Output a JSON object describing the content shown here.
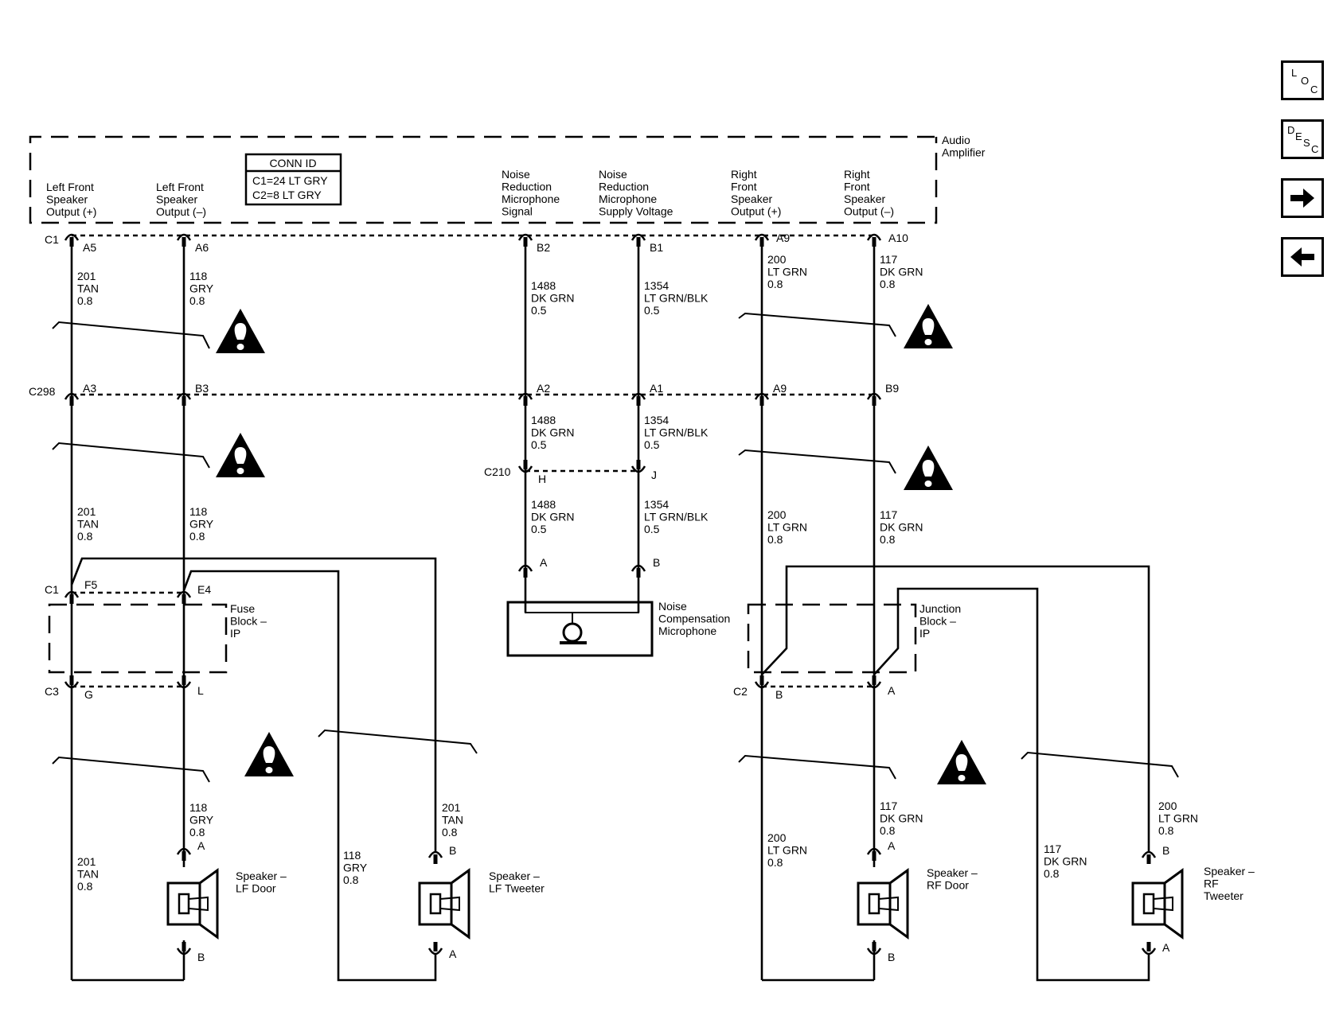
{
  "amplifier": {
    "name": "Audio\nAmplifier",
    "conn_id": {
      "title": "CONN ID",
      "lines": [
        "C1=24 LT GRY",
        "C2=8 LT GRY"
      ]
    },
    "terminals": [
      {
        "label": "Left Front\nSpeaker\nOutput (+)",
        "pin": "A5"
      },
      {
        "label": "Left Front\nSpeaker\nOutput (–)",
        "pin": "A6"
      },
      {
        "label": "Noise\nReduction\nMicrophone\nSignal",
        "pin": "B2"
      },
      {
        "label": "Noise\nReduction\nMicrophone\nSupply Voltage",
        "pin": "B1"
      },
      {
        "label": "Right\nFront\nSpeaker\nOutput (+)",
        "pin": "A9"
      },
      {
        "label": "Right\nFront\nSpeaker\nOutput (–)",
        "pin": "A10"
      }
    ]
  },
  "connectors": {
    "c1_top": "C1",
    "c298": "C298",
    "c210": "C210",
    "c1_fuse": "C1",
    "c3": "C3",
    "c2": "C2",
    "c298_pins": [
      "A3",
      "B3",
      "A2",
      "A1",
      "A9",
      "B9"
    ],
    "c210_pins": [
      "H",
      "J"
    ],
    "mic_pins": [
      "A",
      "B"
    ],
    "fuse_top_pins": [
      "F5",
      "E4"
    ],
    "fuse_bottom_pins": [
      "G",
      "L"
    ],
    "jb_bottom_pins": [
      "B",
      "A"
    ]
  },
  "wires": {
    "lf_plus": "201\nTAN\n0.8",
    "lf_minus": "118\nGRY\n0.8",
    "mic_signal": "1488\nDK GRN\n0.5",
    "mic_supply": "1354\nLT GRN/BLK\n0.5",
    "rf_plus": "200\nLT GRN\n0.8",
    "rf_minus": "117\nDK GRN\n0.8"
  },
  "modules": {
    "fuse_block": "Fuse\nBlock –\nIP",
    "junction_block": "Junction\nBlock –\nIP",
    "mic": "Noise\nCompensation\nMicrophone"
  },
  "speakers": {
    "lf_door": {
      "label": "Speaker –\nLF Door",
      "pin_top": "A",
      "pin_bottom": "B"
    },
    "lf_tweeter": {
      "label": "Speaker –\nLF Tweeter",
      "pin_top": "B",
      "pin_bottom": "A"
    },
    "rf_door": {
      "label": "Speaker –\nRF Door",
      "pin_top": "A",
      "pin_bottom": "B"
    },
    "rf_tweeter": {
      "label": "Speaker –\nRF\nTweeter",
      "pin_top": "B",
      "pin_bottom": "A"
    }
  },
  "side_buttons": {
    "loc": [
      "L",
      "O",
      "C"
    ],
    "desc": [
      "D",
      "E",
      "S",
      "C"
    ]
  }
}
